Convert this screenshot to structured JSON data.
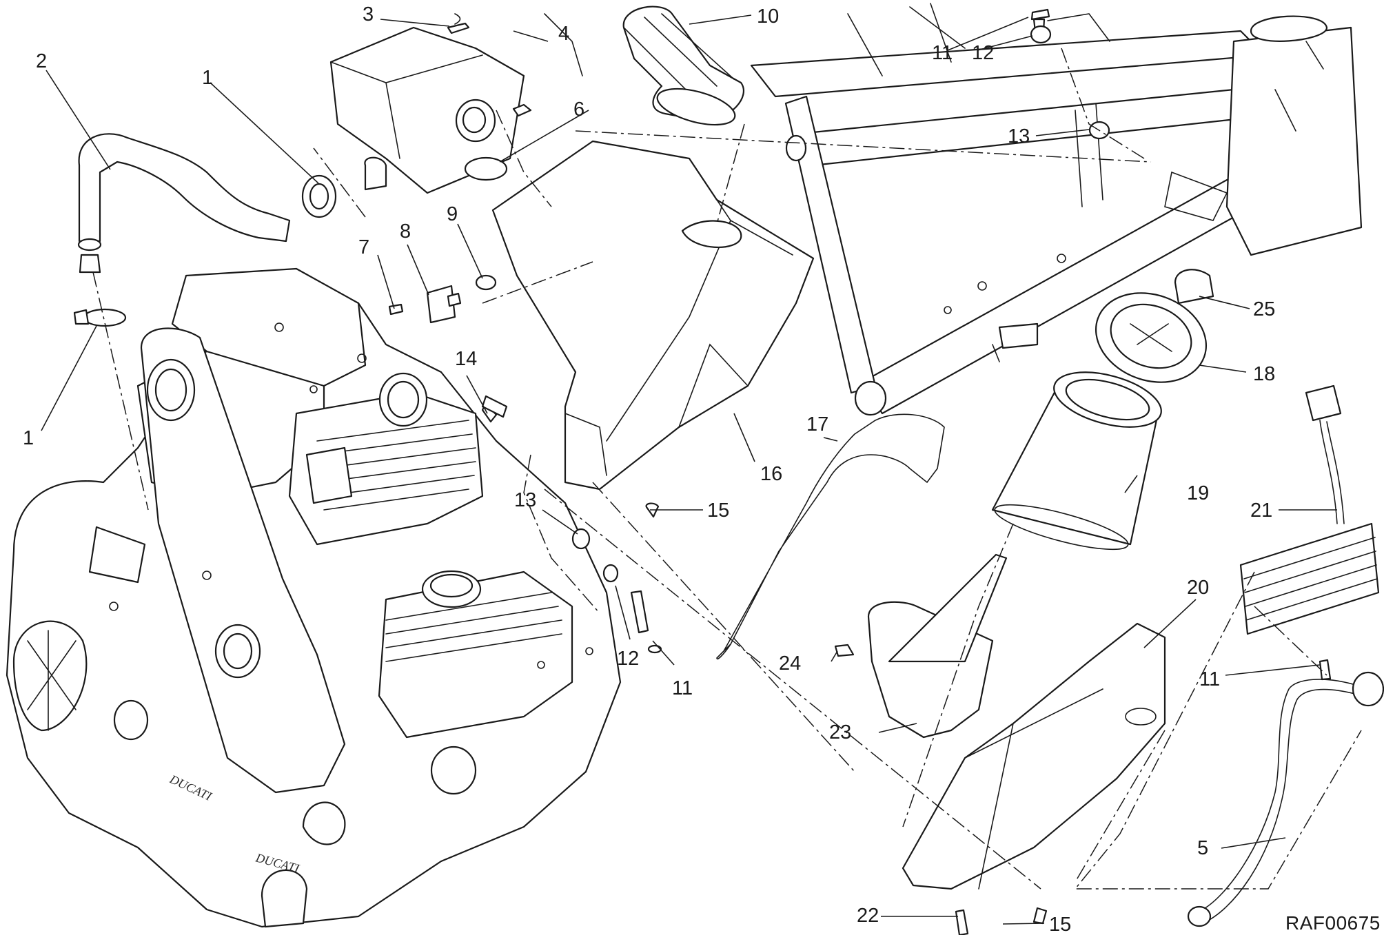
{
  "drawing_id": "RAF00675",
  "engine_badges": {
    "brand_main": "DUCATI",
    "brand_lower": "DUCATI"
  },
  "callouts": [
    {
      "id": "c1a",
      "label": "1"
    },
    {
      "id": "c1b",
      "label": "1"
    },
    {
      "id": "c2",
      "label": "2"
    },
    {
      "id": "c3",
      "label": "3"
    },
    {
      "id": "c4",
      "label": "4"
    },
    {
      "id": "c5",
      "label": "5"
    },
    {
      "id": "c6",
      "label": "6"
    },
    {
      "id": "c7",
      "label": "7"
    },
    {
      "id": "c8",
      "label": "8"
    },
    {
      "id": "c9",
      "label": "9"
    },
    {
      "id": "c10",
      "label": "10"
    },
    {
      "id": "c11a",
      "label": "11"
    },
    {
      "id": "c11b",
      "label": "11"
    },
    {
      "id": "c11c",
      "label": "11"
    },
    {
      "id": "c12a",
      "label": "12"
    },
    {
      "id": "c12b",
      "label": "12"
    },
    {
      "id": "c13a",
      "label": "13"
    },
    {
      "id": "c13b",
      "label": "13"
    },
    {
      "id": "c14",
      "label": "14"
    },
    {
      "id": "c15a",
      "label": "15"
    },
    {
      "id": "c15b",
      "label": "15"
    },
    {
      "id": "c16",
      "label": "16"
    },
    {
      "id": "c17",
      "label": "17"
    },
    {
      "id": "c18",
      "label": "18"
    },
    {
      "id": "c19",
      "label": "19"
    },
    {
      "id": "c20",
      "label": "20"
    },
    {
      "id": "c21",
      "label": "21"
    },
    {
      "id": "c22",
      "label": "22"
    },
    {
      "id": "c23",
      "label": "23"
    },
    {
      "id": "c24",
      "label": "24"
    },
    {
      "id": "c25",
      "label": "25"
    }
  ]
}
